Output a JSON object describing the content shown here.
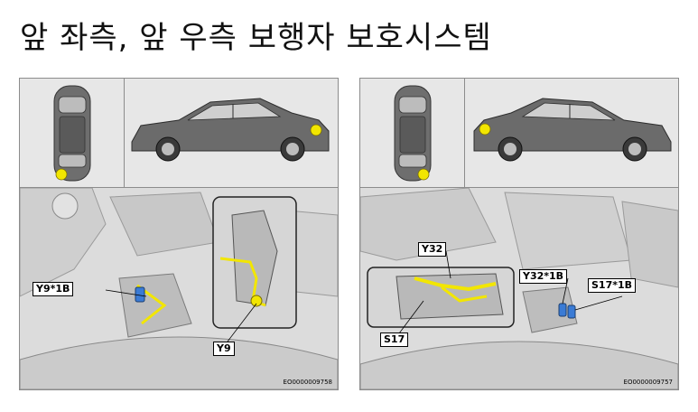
{
  "title": "앞 좌측, 앞 우측 보행자 보호시스템",
  "left_panel": {
    "labels": {
      "connector_main": "Y9*1B",
      "part": "Y9"
    },
    "code": "EO0000009758",
    "colors": {
      "highlight": "#f2e600",
      "connector": "#3a7bd5"
    }
  },
  "right_panel": {
    "labels": {
      "part_top": "Y32",
      "connector": "Y32*1B",
      "connector_2": "S17*1B",
      "part_bottom": "S17"
    },
    "code": "EO0000009757",
    "colors": {
      "highlight": "#f2e600",
      "connector": "#3a7bd5"
    }
  }
}
